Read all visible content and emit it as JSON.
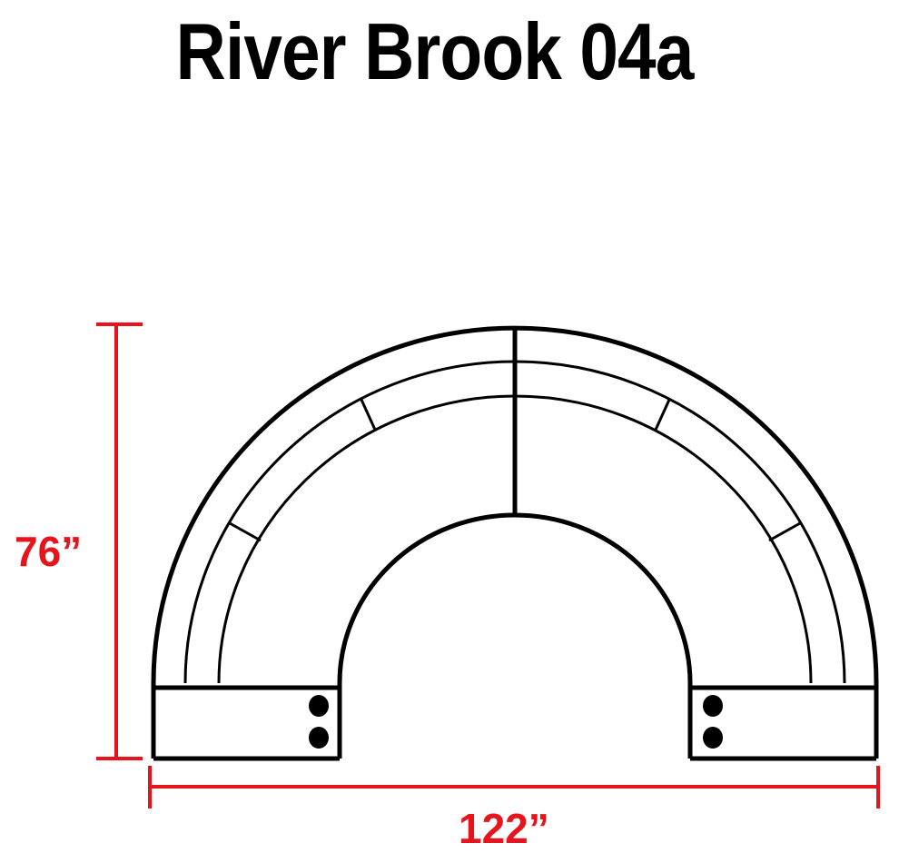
{
  "title": "River Brook 04a",
  "dimensions": {
    "height_label": "76”",
    "width_label": "122”"
  },
  "colors": {
    "dimension": "#e8141b",
    "outline": "#000000"
  }
}
